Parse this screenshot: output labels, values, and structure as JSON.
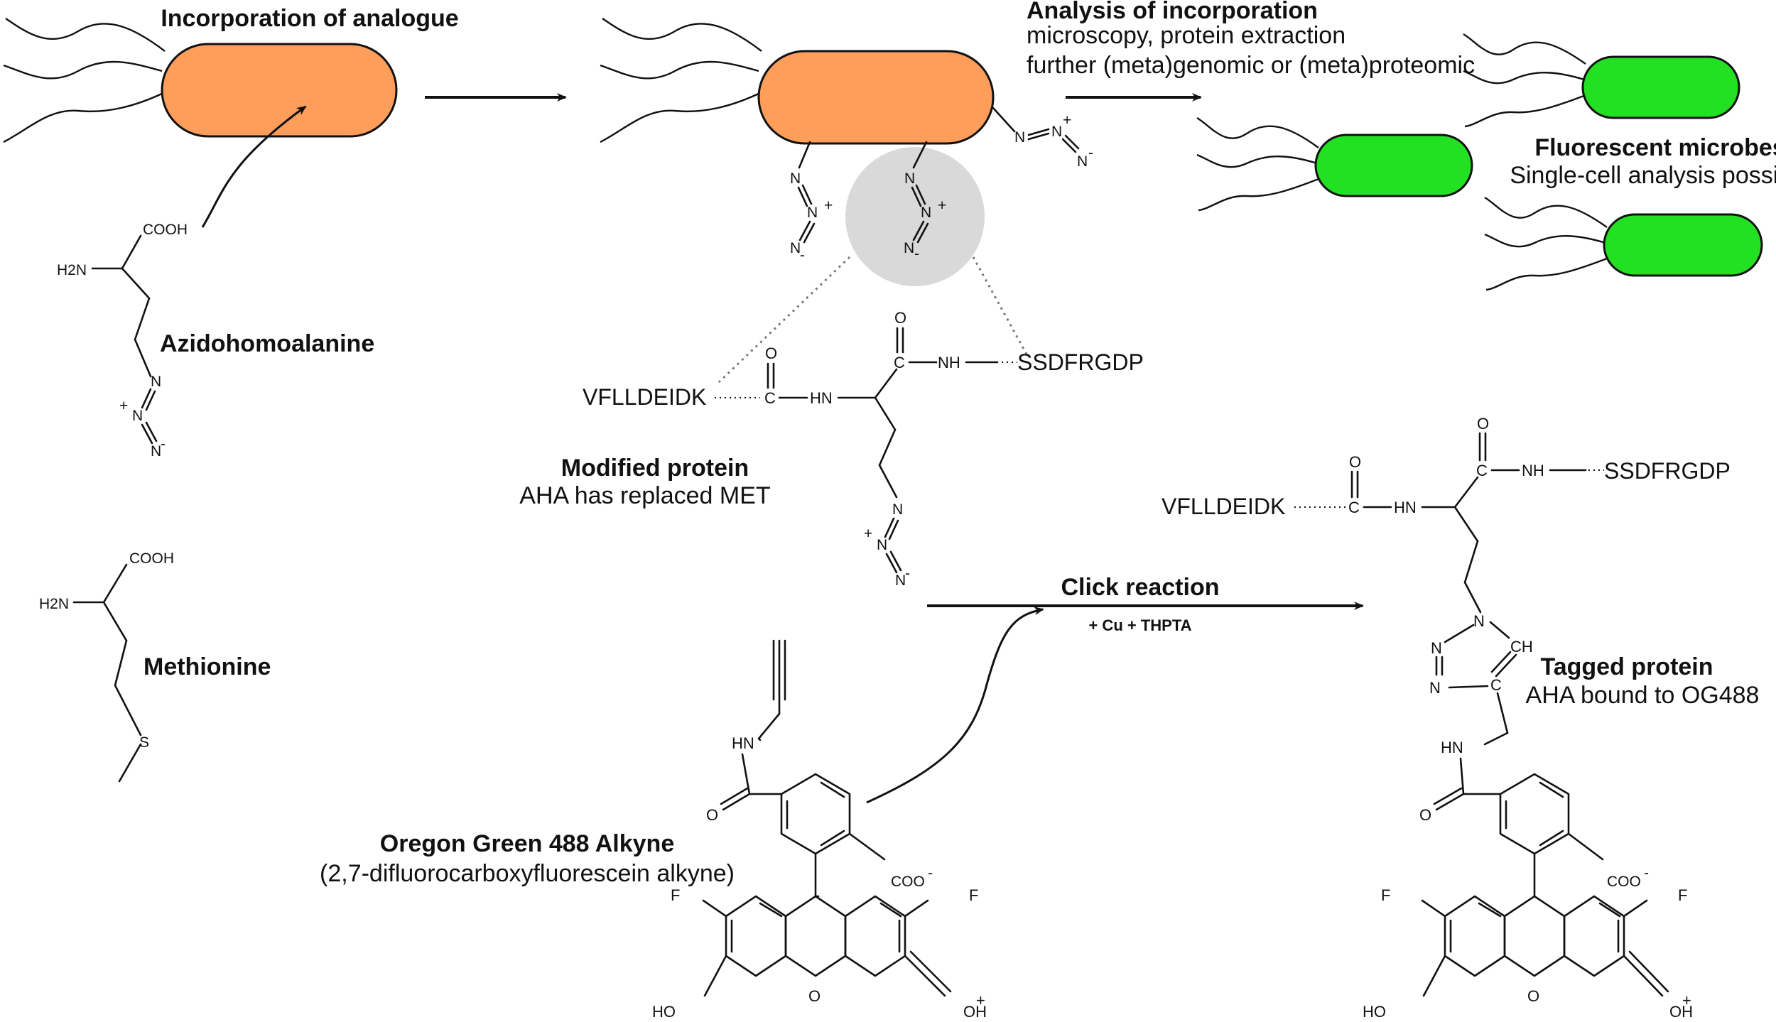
{
  "panels": {
    "incorporation_title": "Incorporation of analogue",
    "analysis_title": "Analysis of incorporation",
    "analysis_line1": "microscopy, protein extraction",
    "analysis_line2": "further (meta)genomic or (meta)proteomic",
    "fluorescent_title": "Fluorescent microbes",
    "fluorescent_sub": "Single-cell analysis possible",
    "aha_name": "Azidohomoalanine",
    "met_name": "Methionine",
    "modified_title": "Modified protein",
    "modified_sub": "AHA has replaced MET",
    "click_title": "Click reaction",
    "click_reagents": "+ Cu + THPTA",
    "tagged_title": "Tagged protein",
    "tagged_sub": "AHA bound to OG488",
    "dye_title": "Oregon Green 488 Alkyne",
    "dye_sub": "(2,7-difluorocarboxyfluorescein alkyne)"
  },
  "chem": {
    "cooh": "COOH",
    "h2n": "H2N",
    "n": "N",
    "plus": "+",
    "minus": "-",
    "s": "S",
    "o": "O",
    "c": "C",
    "nh": "NH",
    "hn": "HN",
    "f": "F",
    "ho": "HO",
    "oh": "OH",
    "coo": "COO",
    "ch": "CH",
    "seq_left": "VFLLDEIDK",
    "seq_right": "SSDFRGDP"
  },
  "colors": {
    "orange_cell": "#FF9E5A",
    "green_cell": "#22E022",
    "zoom_circle": "#D9D9D9",
    "ink": "#111111"
  }
}
